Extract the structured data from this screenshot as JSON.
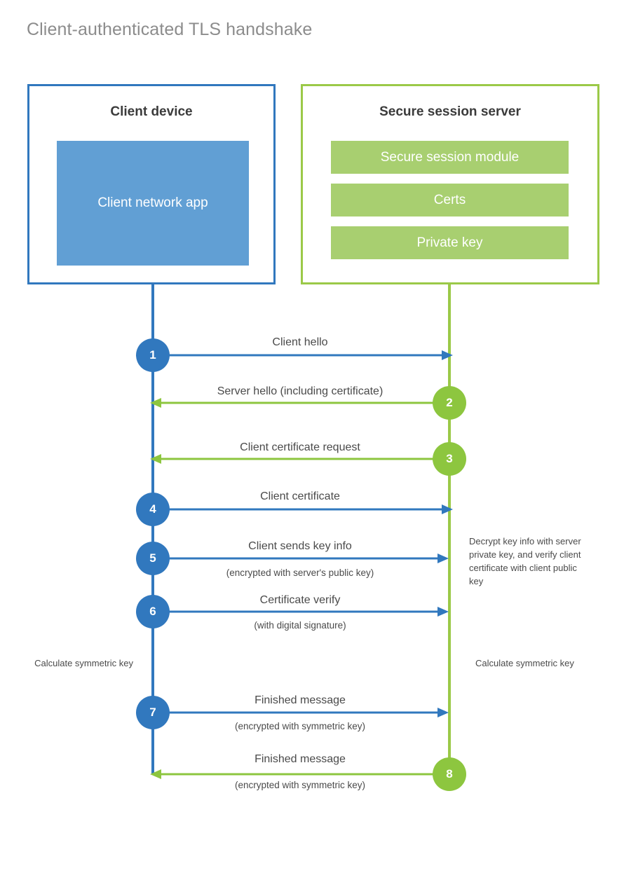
{
  "title": "Client-authenticated TLS handshake",
  "colors": {
    "client_blue": "#3178be",
    "client_app_fill": "#619fd4",
    "server_green": "#9bc948",
    "server_bar_fill": "#a8cf70",
    "title_gray": "#8c8c8c",
    "text_dark": "#3b3b3b",
    "text_body": "#4a4a4a",
    "background": "#ffffff"
  },
  "client": {
    "title": "Client device",
    "app_label": "Client network app"
  },
  "server": {
    "title": "Secure session server",
    "components": [
      {
        "label": "Secure session module"
      },
      {
        "label": "Certs"
      },
      {
        "label": "Private key"
      }
    ]
  },
  "steps": [
    {
      "number": "1",
      "label": "Client hello",
      "sub": "",
      "direction": "client-to-server",
      "color": "#3178be"
    },
    {
      "number": "2",
      "label": "Server hello (including certificate)",
      "sub": "",
      "direction": "server-to-client",
      "color": "#9bc948"
    },
    {
      "number": "3",
      "label": "Client certificate request",
      "sub": "",
      "direction": "server-to-client",
      "color": "#9bc948"
    },
    {
      "number": "4",
      "label": "Client certificate",
      "sub": "",
      "direction": "client-to-server",
      "color": "#3178be"
    },
    {
      "number": "5",
      "label": "Client sends key info",
      "sub": "(encrypted with server's public key)",
      "direction": "client-to-server",
      "color": "#3178be"
    },
    {
      "number": "6",
      "label": "Certificate verify",
      "sub": "(with digital signature)",
      "direction": "client-to-server",
      "color": "#3178be"
    },
    {
      "number": "7",
      "label": "Finished message",
      "sub": "(encrypted with symmetric key)",
      "direction": "client-to-server",
      "color": "#3178be"
    },
    {
      "number": "8",
      "label": "Finished message",
      "sub": "(encrypted with symmetric key)",
      "direction": "server-to-client",
      "color": "#9bc948"
    }
  ],
  "notes": {
    "server_decrypt": "Decrypt key info with server private key, and verify client certificate with client public key",
    "client_calculate": "Calculate symmetric key",
    "server_calculate": "Calculate symmetric key"
  }
}
